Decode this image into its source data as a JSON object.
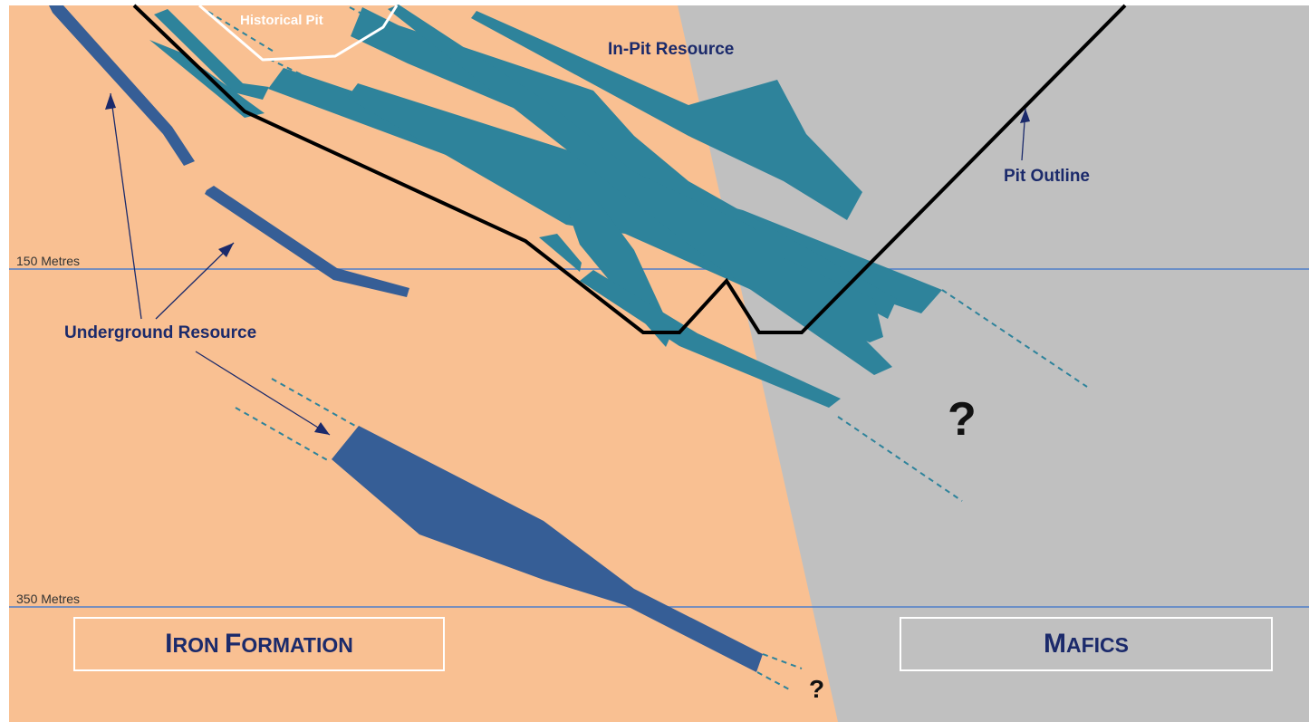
{
  "labels": {
    "historical_pit": "Historical Pit",
    "in_pit_resource": "In-Pit Resource",
    "pit_outline": "Pit Outline",
    "underground_resource": "Underground Resource",
    "depth_150": "150 Metres",
    "depth_350": "350 Metres",
    "question_large": "?",
    "question_small": "?"
  },
  "legend": {
    "iron_formation": {
      "cap1": "I",
      "rest1": "RON ",
      "cap2": "F",
      "rest2": "ORMATION"
    },
    "mafics": {
      "cap1": "M",
      "rest1": "AFICS"
    }
  },
  "colors": {
    "iron_formation_fill": "#f9c092",
    "mafics_fill": "#c0c0c0",
    "in_pit_resource": "#2e839b",
    "underground_resource": "#365e96",
    "pit_outline": "#000000",
    "historical_pit_outline": "#ffffff",
    "depth_line": "#4f7fc9",
    "label_text": "#1b2a6b"
  }
}
